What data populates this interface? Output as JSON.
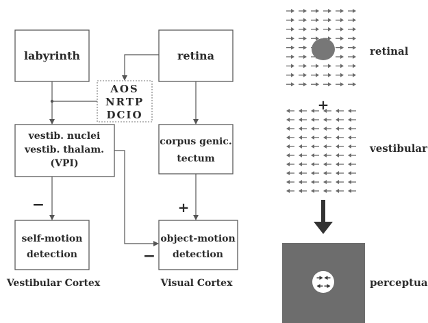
{
  "colors": {
    "ink": "#2a2a2a",
    "box_stroke": "#5a5a5a",
    "arrow_field": "#6a6a6a",
    "retinal_spot": "#777777",
    "perceptual_field": "#6d6d6d"
  },
  "boxes": {
    "labyrinth": "labyrinth",
    "retina": "retina",
    "relay": [
      "AOS",
      "NRTP",
      "DCIO"
    ],
    "vestibular": [
      "vestib. nuclei",
      "vestib. thalam.",
      "(VPI)"
    ],
    "visual": [
      "corpus genic.",
      "tectum"
    ],
    "self_motion": [
      "self-motion",
      "detection"
    ],
    "object_motion": [
      "object-motion",
      "detection"
    ]
  },
  "signs": {
    "self_motion_input": "−",
    "object_motion_visual_input": "+",
    "object_motion_vestibular_input": "−",
    "field_combination": "+"
  },
  "cortex_labels": {
    "vestibular": "Vestibular Cortex",
    "visual": "Visual Cortex"
  },
  "field_labels": {
    "retinal": "retinal",
    "vestibular": "vestibular",
    "perceptual": "perceptual"
  },
  "fields": {
    "retinal_direction": "right",
    "vestibular_direction": "left",
    "perceptual_center_pattern": "mixed-arrows"
  },
  "icons": {
    "field_arrow": "small-arrow-icon",
    "result_arrow": "thick-down-arrow-icon"
  }
}
